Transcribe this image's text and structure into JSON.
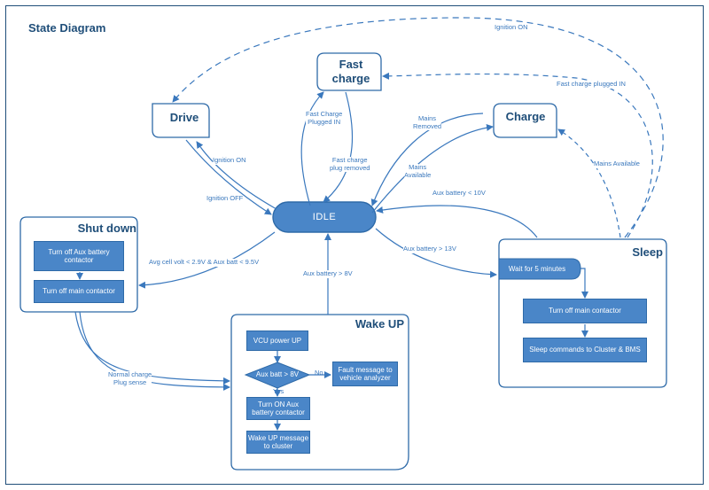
{
  "diagram": {
    "title": "State Diagram",
    "states": {
      "drive": "Drive",
      "fast_charge": "Fast\ncharge",
      "charge": "Charge",
      "idle": "IDLE",
      "shut_down": "Shut down",
      "sleep": "Sleep",
      "wake_up": "Wake UP"
    },
    "shut_down_steps": [
      "Turn off Aux battery contactor",
      "Turn off main contactor"
    ],
    "sleep_steps": [
      "Wait for 5 minutes",
      "Turn off main contactor",
      "Sleep commands to Cluster & BMS"
    ],
    "wake_up_steps": {
      "vcu": "VCU power UP",
      "decision": "Aux batt > 8V",
      "fault": "Fault message to vehicle analyzer",
      "aux_on": "Turn ON Aux battery contactor",
      "message": "Wake UP message to cluster",
      "yes": "Yes",
      "no": "No"
    },
    "transitions": {
      "ignition_on_top": "Ignition ON",
      "fast_charge_plugged_in": "Fast charge plugged IN",
      "fast_charge_plugged_in_idle": "Fast Charge\nPlugged IN",
      "fast_charge_plug_removed": "Fast charge\nplug removed",
      "mains_removed": "Mains\nRemoved",
      "mains_available_idle": "Mains\nAvailable",
      "mains_available_sleep": "Mains Available",
      "ignition_on": "Ignition ON",
      "ignition_off": "Ignition OFF",
      "aux_battery_lt_10v": "Aux battery < 10V",
      "aux_battery_gt_13v": "Aux battery > 13V",
      "avg_cell_volt": "Avg cell volt < 2.9V & Aux batt < 9.5V",
      "aux_battery_gt_8v": "Aux battery > 8V",
      "normal_charge": "Normal charge\nPlug sense"
    }
  }
}
